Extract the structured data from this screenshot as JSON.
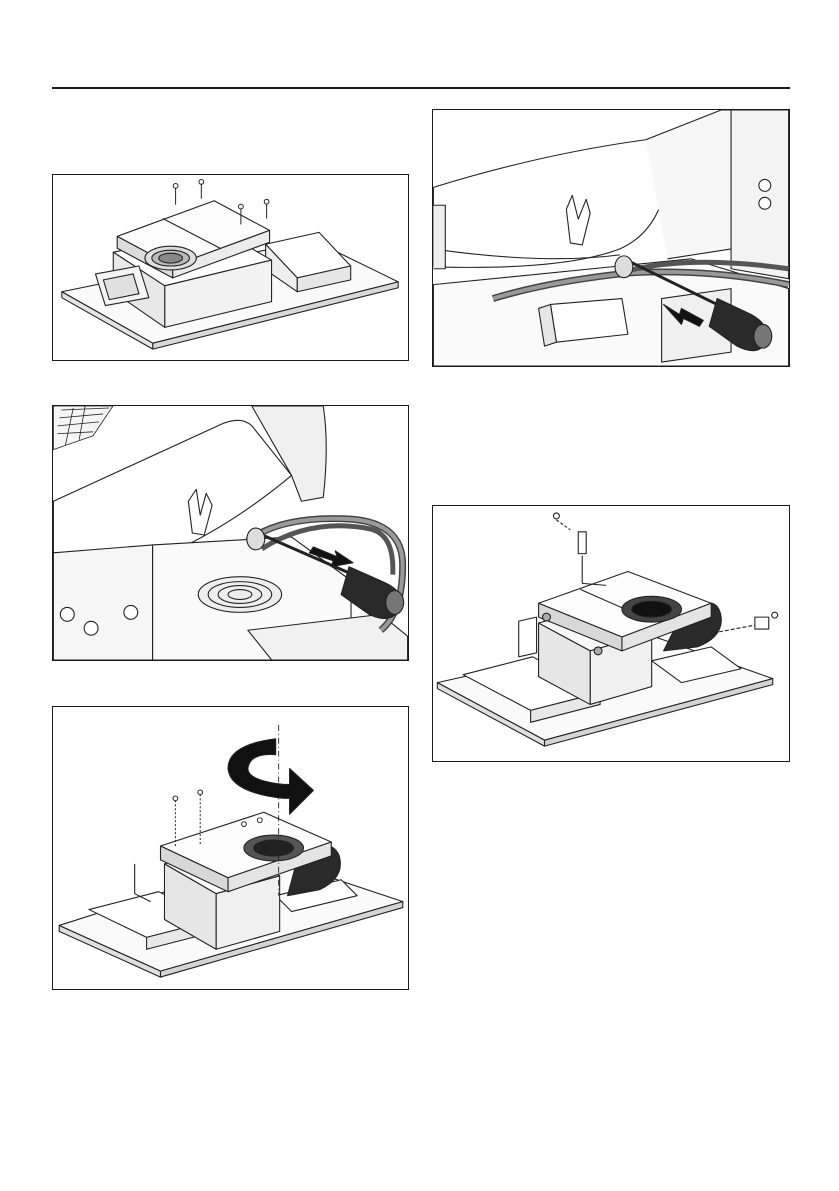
{
  "page": {
    "figures": [
      {
        "id": "fig1",
        "content": "hood-fan-housing-with-screws"
      },
      {
        "id": "fig2",
        "content": "screwdriver-releasing-cable-clip"
      },
      {
        "id": "fig3",
        "content": "rotating-fan-housing"
      },
      {
        "id": "fig4",
        "content": "screwdriver-pushing-cable-clip"
      },
      {
        "id": "fig5",
        "content": "fan-housing-reassembly"
      }
    ]
  }
}
